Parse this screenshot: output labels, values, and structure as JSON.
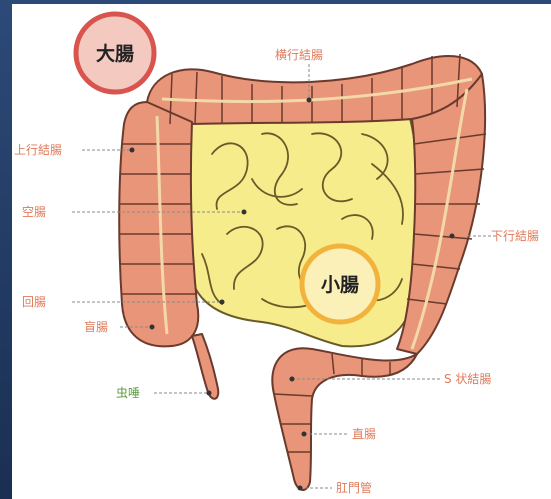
{
  "diagram": {
    "badges": {
      "large_intestine": "大腸",
      "small_intestine": "小腸"
    },
    "labels": {
      "transverse_colon": "横行結腸",
      "ascending_colon": "上行結腸",
      "jejunum": "空腸",
      "descending_colon": "下行結腸",
      "ileum": "回腸",
      "cecum": "盲腸",
      "appendix": "虫唾",
      "sigmoid_colon": "S 状結腸",
      "rectum": "直腸",
      "anal_canal": "肛門管"
    },
    "colors": {
      "colon_fill": "#E8957A",
      "colon_stroke": "#6a3a2c",
      "small_intestine_fill": "#F6EC8C",
      "label_orange": "#E07A5A",
      "label_green": "#5A9A3C",
      "large_badge_ring": "#D9534F",
      "small_badge_ring": "#F2B33D",
      "leader_line": "#8a8a8a"
    }
  }
}
